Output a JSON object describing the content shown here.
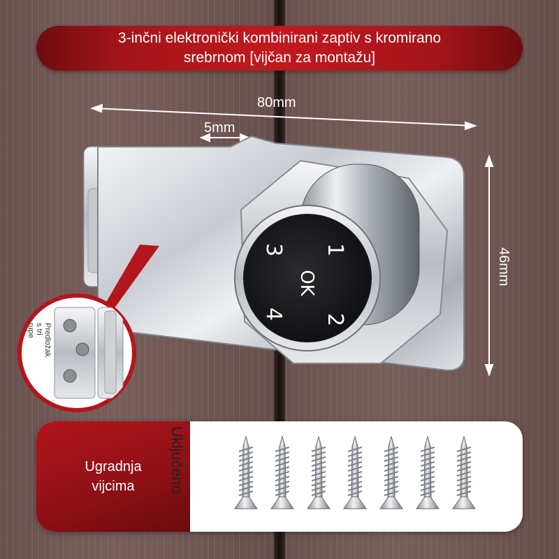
{
  "title": "3-inčni elektronički kombinirani zaptiv s kromirano\nsrebrnom [vijčan za montažu]",
  "dimensions": {
    "width": "80mm",
    "offset": "5mm",
    "height": "46mm"
  },
  "keypad": {
    "keys": [
      "1",
      "2",
      "3",
      "4"
    ],
    "ok": "OK"
  },
  "inset": {
    "label": "Predložak s tri rupe"
  },
  "screws": {
    "installation_label": "Ugradnja\nvijcima",
    "included_label": "Uključeno",
    "count": 7
  },
  "colors": {
    "accent_red": "#b3161c",
    "door_brown": "#725855",
    "chrome": "#d9dde2"
  }
}
